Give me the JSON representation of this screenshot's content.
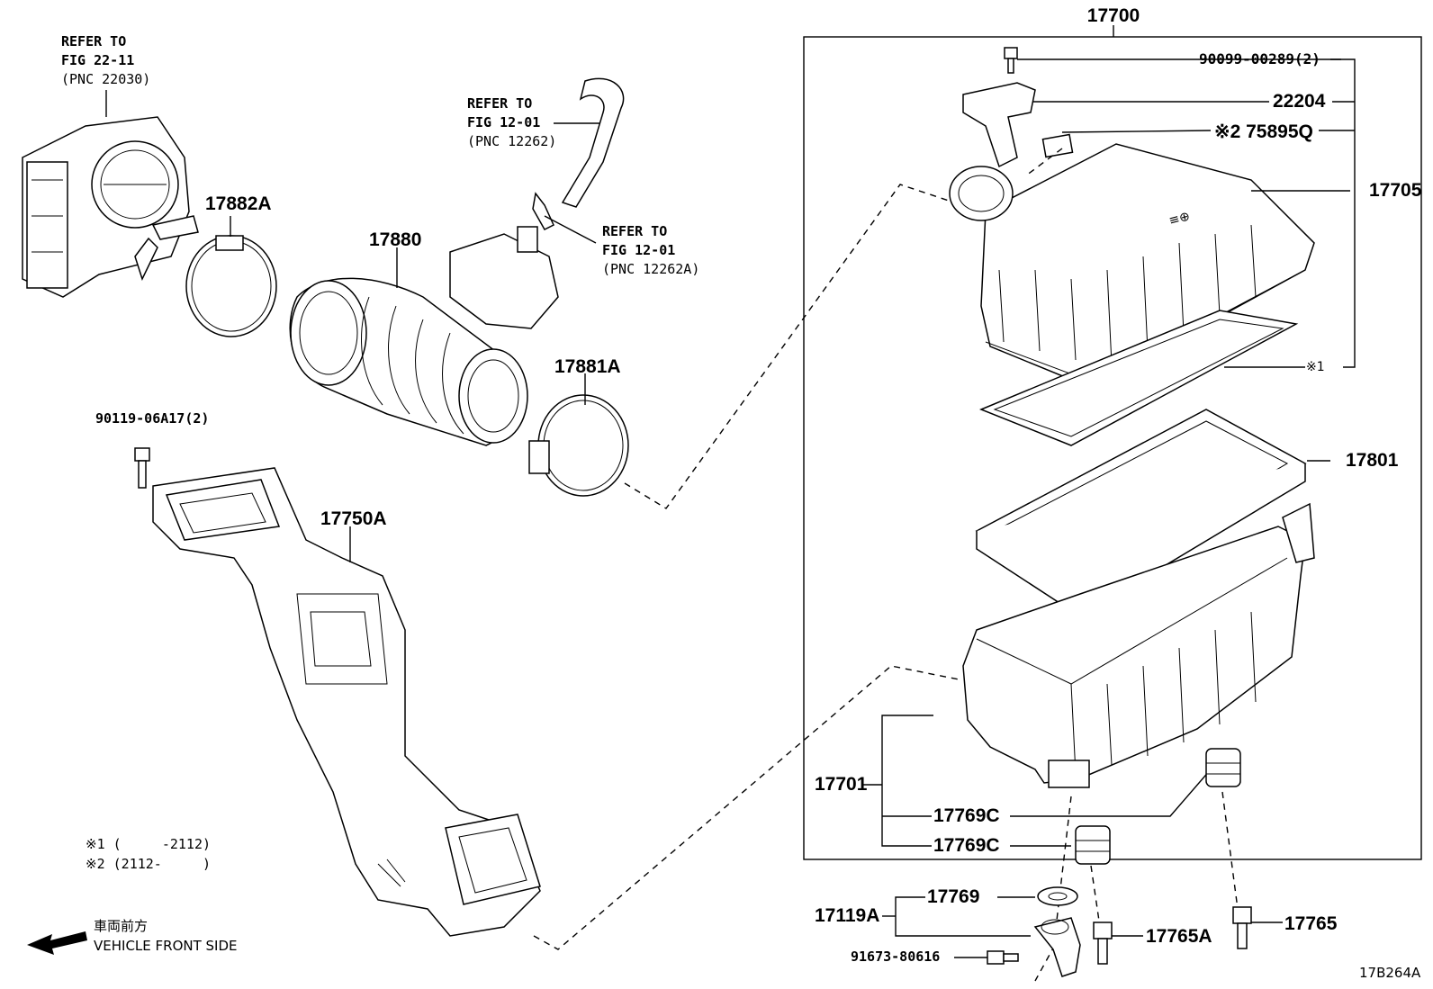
{
  "diagram": {
    "assembly_label": "17700",
    "drawing_id": "17B264A",
    "front_jp": "車両前方",
    "front_en": "VEHICLE FRONT SIDE",
    "notes": [
      "※1 (     -2112)",
      "※2 (2112-     )"
    ],
    "refs": [
      {
        "l1": "REFER TO",
        "l2": "FIG 22-11",
        "l3": "(PNC 22030)"
      },
      {
        "l1": "REFER TO",
        "l2": "FIG 12-01",
        "l3": "(PNC 12262)"
      },
      {
        "l1": "REFER TO",
        "l2": "FIG 12-01",
        "l3": "(PNC 12262A)"
      }
    ],
    "labels": {
      "p17882A": "17882A",
      "p17880": "17880",
      "p17881A": "17881A",
      "p9011906A17": "90119-06A17(2)",
      "p17750A": "17750A",
      "p9009900289": "90099-00289(2)",
      "p22204": "22204",
      "p75895Q": "※2 75895Q",
      "p17705": "17705",
      "pX1": "※1",
      "p17801": "17801",
      "p17701": "17701",
      "p17769C_1": "17769C",
      "p17769C_2": "17769C",
      "p17119A": "17119A",
      "p17769": "17769",
      "p17765A": "17765A",
      "p17765": "17765",
      "p9167380616": "91673-80616"
    }
  }
}
